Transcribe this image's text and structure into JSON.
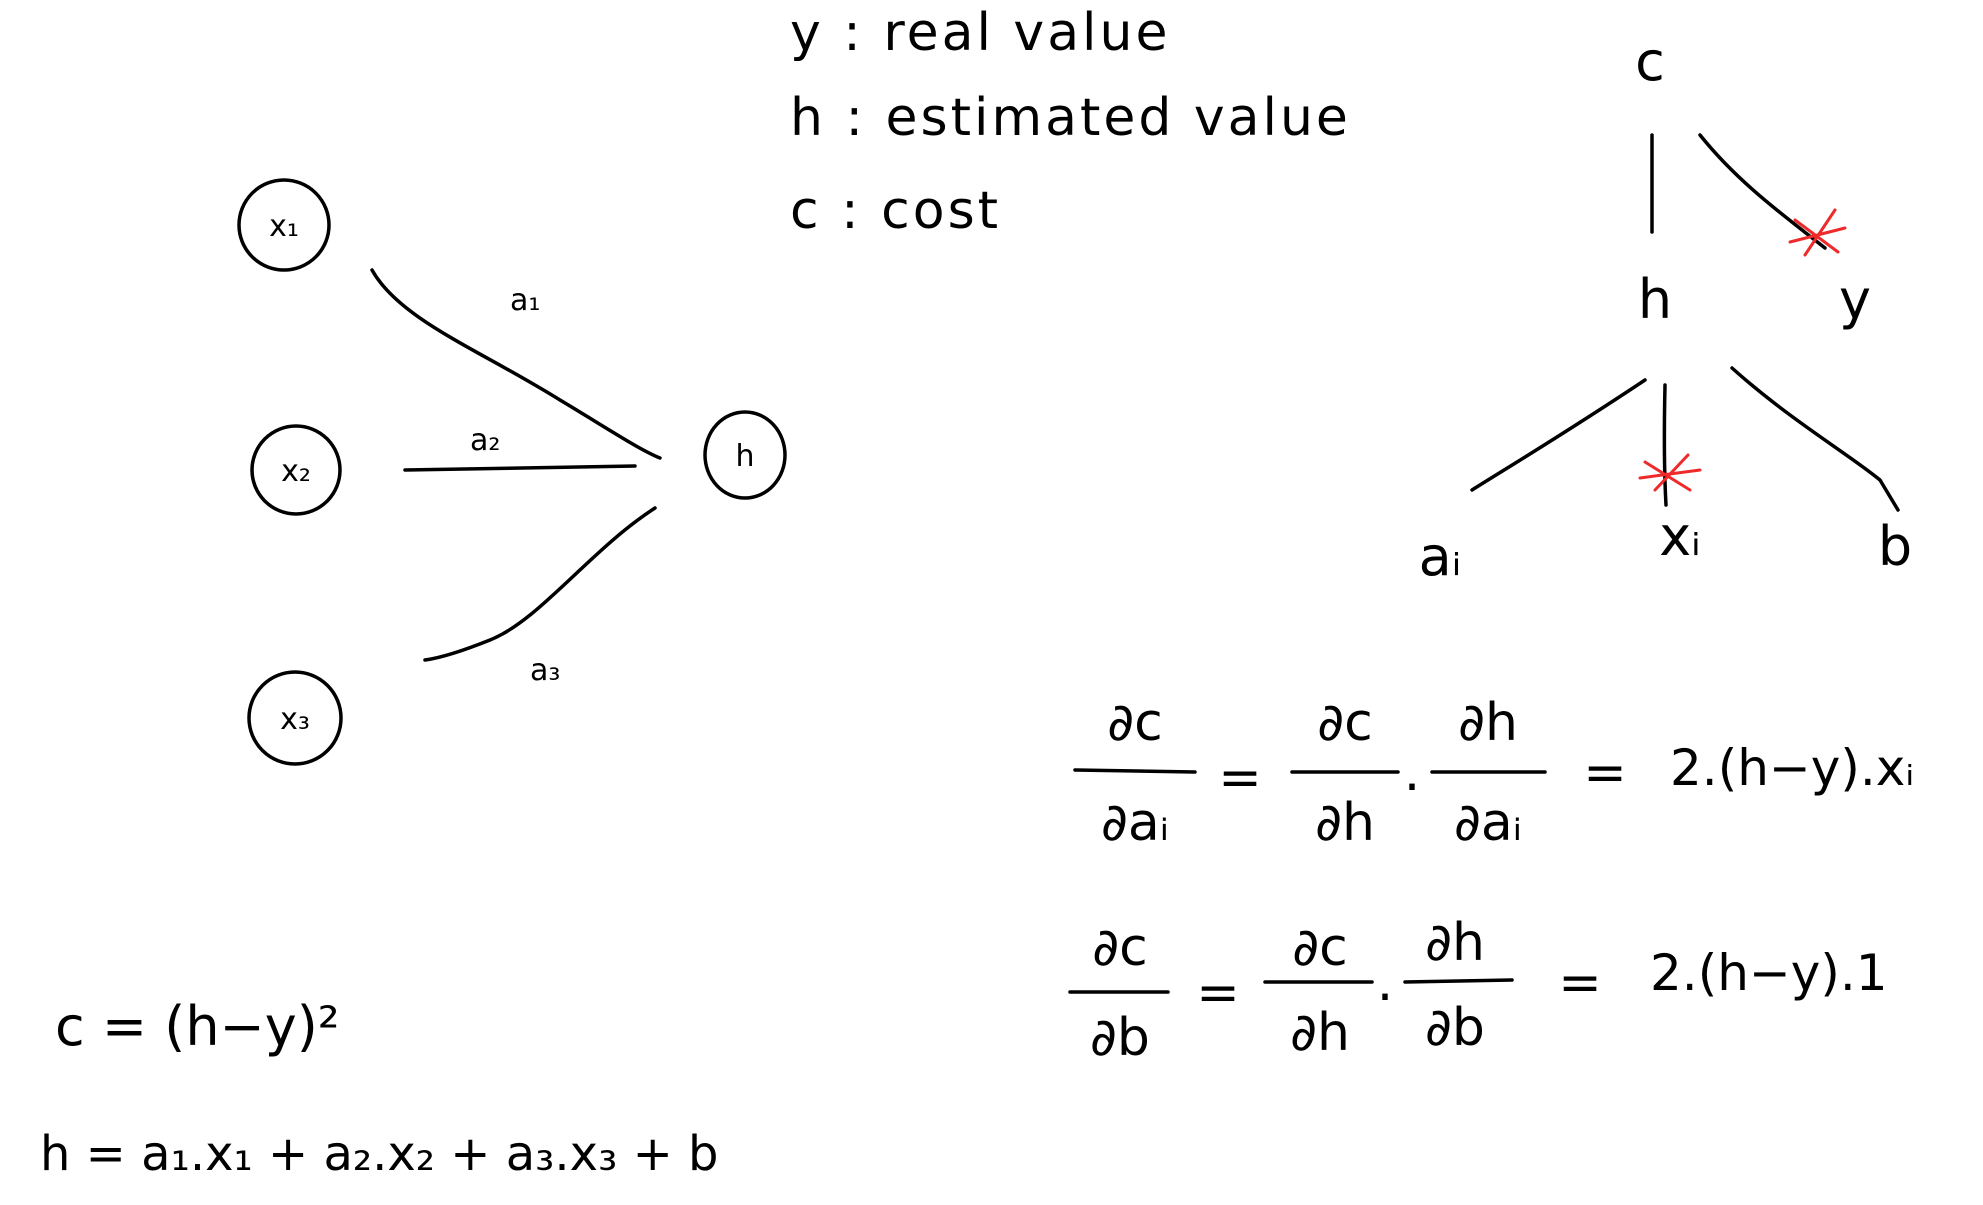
{
  "legend": {
    "line1": "y : real value",
    "line2": "h : estimated value",
    "line3": "c : cost"
  },
  "network": {
    "inputs": [
      "x₁",
      "x₂",
      "x₃"
    ],
    "output": "h",
    "weights": [
      "a₁",
      "a₂",
      "a₃"
    ]
  },
  "tree": {
    "root": "c",
    "left_child": "h",
    "right_child": "y",
    "leaves": [
      "aᵢ",
      "xᵢ",
      "b"
    ],
    "crossed": [
      "y",
      "xᵢ"
    ],
    "cross_color": "#ee2a2a"
  },
  "equations": {
    "cost": "c = (h−y)²",
    "hypothesis": "h = a₁.x₁ + a₂.x₂ + a₃.x₃ + b",
    "grad_a": {
      "num1": "∂c",
      "den1": "∂aᵢ",
      "eq1": "=",
      "num2": "∂c",
      "den2": "∂h",
      "dot": ".",
      "num3": "∂h",
      "den3": "∂aᵢ",
      "eq2": "=",
      "result": "2.(h−y).xᵢ"
    },
    "grad_b": {
      "num1": "∂c",
      "den1": "∂b",
      "eq1": "=",
      "num2": "∂c",
      "den2": "∂h",
      "dot": ".",
      "num3": "∂h",
      "den3": "∂b",
      "eq2": "=",
      "result": "2.(h−y).1"
    }
  }
}
